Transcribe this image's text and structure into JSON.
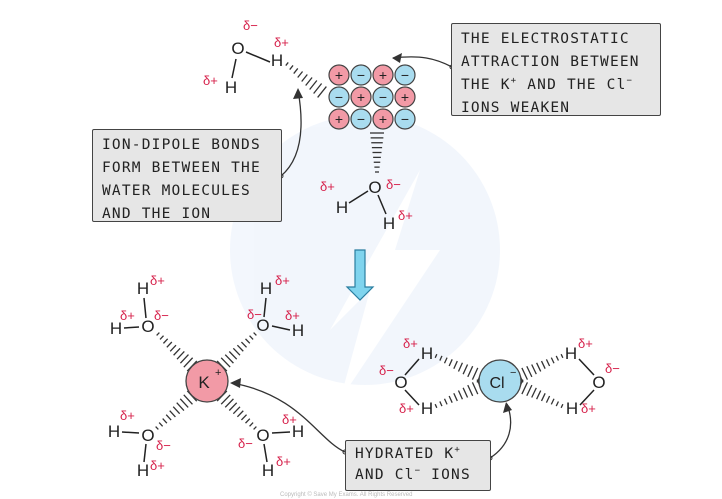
{
  "colors": {
    "cation_fill": "#f29aa6",
    "anion_fill": "#a9dcef",
    "delta_red": "#d6204a",
    "bond_gray": "#333333",
    "callout_bg": "#e6e6e6",
    "arrow_fill": "#7fd4ee"
  },
  "labels": {
    "delta_plus": "δ+",
    "delta_minus": "δ−",
    "oxygen": "O",
    "hydrogen": "H",
    "cation_name": "K",
    "anion_name": "Cl",
    "ion_plus": "+",
    "ion_minus": "−"
  },
  "lattice": {
    "rows": [
      [
        "+",
        "−",
        "+",
        "−"
      ],
      [
        "−",
        "+",
        "−",
        "+"
      ],
      [
        "+",
        "−",
        "+",
        "−"
      ]
    ]
  },
  "callouts": {
    "electrostatic": {
      "line1": "THE ELECTROSTATIC",
      "line2": "ATTRACTION BETWEEN",
      "line3_a": "THE K",
      "line3_b": "AND THE Cl",
      "line4": "IONS WEAKEN"
    },
    "ion_dipole": {
      "line1": "ION-DIPOLE BONDS",
      "line2": "FORM BETWEEN THE",
      "line3": "WATER MOLECULES",
      "line4": "AND THE ION"
    },
    "hydrated": {
      "line1_a": "HYDRATED K",
      "line2_a": "AND Cl",
      "line2_b": "IONS"
    }
  },
  "footer": {
    "copyright": "Copyright © Save My Exams. All Rights Reserved"
  }
}
